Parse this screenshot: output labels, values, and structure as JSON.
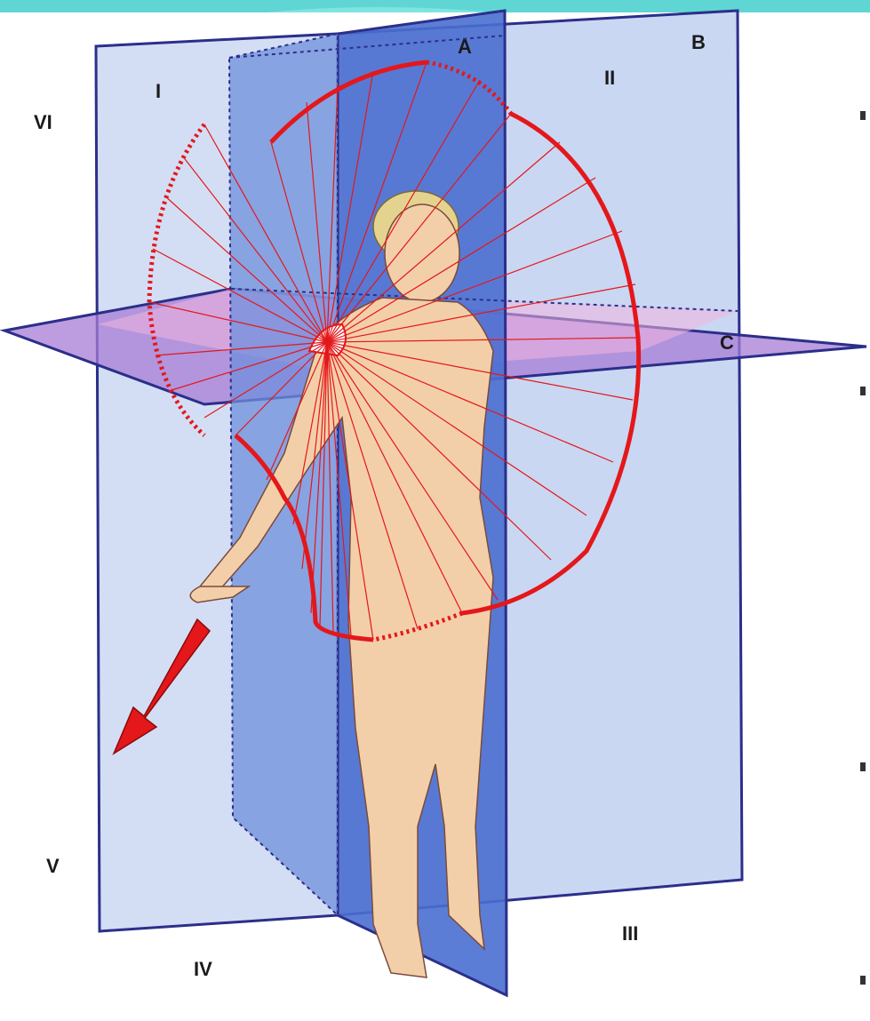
{
  "labels": {
    "A": "A",
    "B": "B",
    "C": "C",
    "I": "I",
    "II": "II",
    "III": "III",
    "IV": "IV",
    "V": "V",
    "VI": "VI"
  },
  "colors": {
    "banner": "#5fd6d3",
    "plane_frontal_fill": "#c9d7f2",
    "plane_sagittal_fill": "#4a6fd0",
    "plane_transverse_fill": "#a77cd6",
    "plane_edge": "#2b2f8a",
    "circumduction_red": "#e4171b",
    "skin": "#f3cfa9",
    "hair": "#e4d38f"
  },
  "icons": {
    "arrow": "red-arrow-icon",
    "shoulder": "shoulder-joint-icon"
  }
}
